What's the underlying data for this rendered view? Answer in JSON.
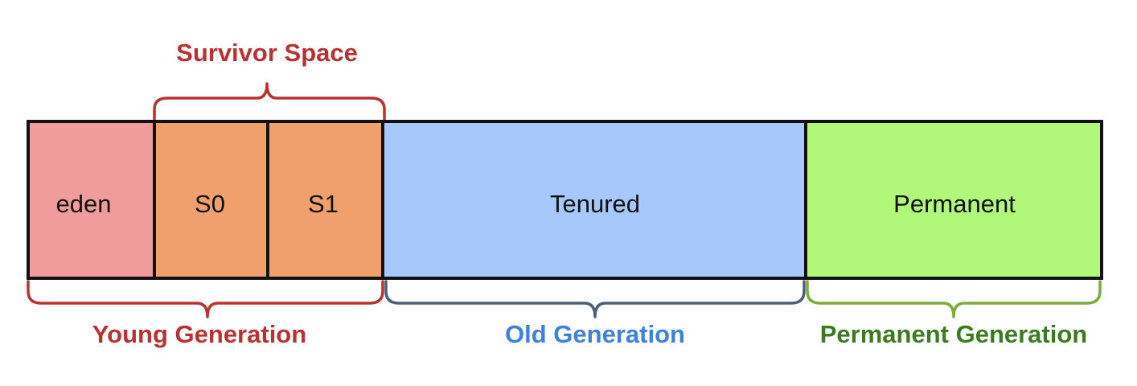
{
  "segments": {
    "eden": {
      "label": "eden",
      "color": "#f09c9c"
    },
    "s0": {
      "label": "S0",
      "color": "#f0a06c"
    },
    "s1": {
      "label": "S1",
      "color": "#f0a06c"
    },
    "tenured": {
      "label": "Tenured",
      "color": "#a6c8fb"
    },
    "permanent": {
      "label": "Permanent",
      "color": "#b0f77a"
    }
  },
  "groups": {
    "survivor_space": {
      "label": "Survivor Space",
      "color": "#b83232"
    },
    "young_generation": {
      "label": "Young Generation",
      "color": "#b83232"
    },
    "old_generation": {
      "label": "Old Generation",
      "color": "#3f7fdd",
      "brace_color": "#4a6076"
    },
    "permanent_generation": {
      "label": "Permanent Generation",
      "color": "#3d7a21",
      "brace_color": "#7eab3c"
    }
  }
}
